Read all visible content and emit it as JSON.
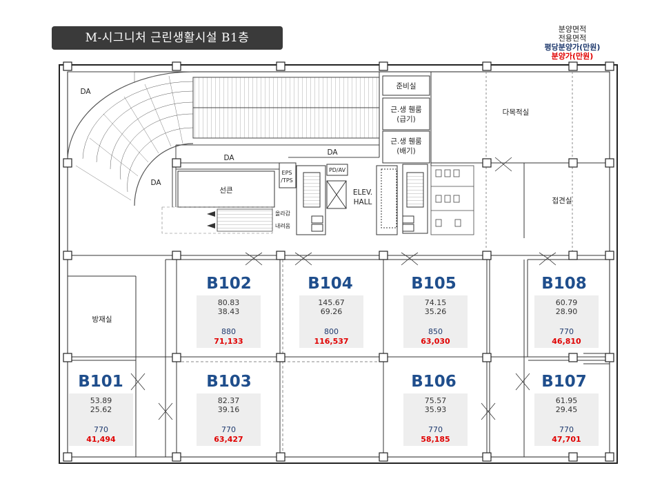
{
  "title": "M-시그니처 근린생활시설 B1층",
  "legend": {
    "line1": "분양면적",
    "line2": "전용면적",
    "line3": "평당분양가(만원)",
    "line4": "분양가(만원)"
  },
  "rooms": {
    "da1": "DA",
    "da2": "DA",
    "da3": "DA",
    "da4": "DA",
    "sunkeun": "선큰",
    "eps": "EPS",
    "tps": "/TPS",
    "pdav": "PD/AV",
    "elev1": "ELEV.",
    "elev2": "HALL",
    "junbi": "준비실",
    "fan1a": "근.생 휀룸",
    "fan1b": "(급기)",
    "fan2a": "근.생 휀룸",
    "fan2b": "(배기)",
    "damok": "다목적실",
    "jeopgyeon": "접견실",
    "bangjae": "방재실",
    "ramp1": "올라감",
    "ramp2": "내려옴"
  },
  "units": [
    {
      "id": "B102",
      "area": "80.83",
      "exclusive": "38.43",
      "price_per_pyeong": "880",
      "price": "71,133"
    },
    {
      "id": "B104",
      "area": "145.67",
      "exclusive": "69.26",
      "price_per_pyeong": "800",
      "price": "116,537"
    },
    {
      "id": "B105",
      "area": "74.15",
      "exclusive": "35.26",
      "price_per_pyeong": "850",
      "price": "63,030"
    },
    {
      "id": "B108",
      "area": "60.79",
      "exclusive": "28.90",
      "price_per_pyeong": "770",
      "price": "46,810"
    },
    {
      "id": "B101",
      "area": "53.89",
      "exclusive": "25.62",
      "price_per_pyeong": "770",
      "price": "41,494"
    },
    {
      "id": "B103",
      "area": "82.37",
      "exclusive": "39.16",
      "price_per_pyeong": "770",
      "price": "63,427"
    },
    {
      "id": "B106",
      "area": "75.57",
      "exclusive": "35.93",
      "price_per_pyeong": "770",
      "price": "58,185"
    },
    {
      "id": "B107",
      "area": "61.95",
      "exclusive": "29.45",
      "price_per_pyeong": "770",
      "price": "47,701"
    }
  ]
}
